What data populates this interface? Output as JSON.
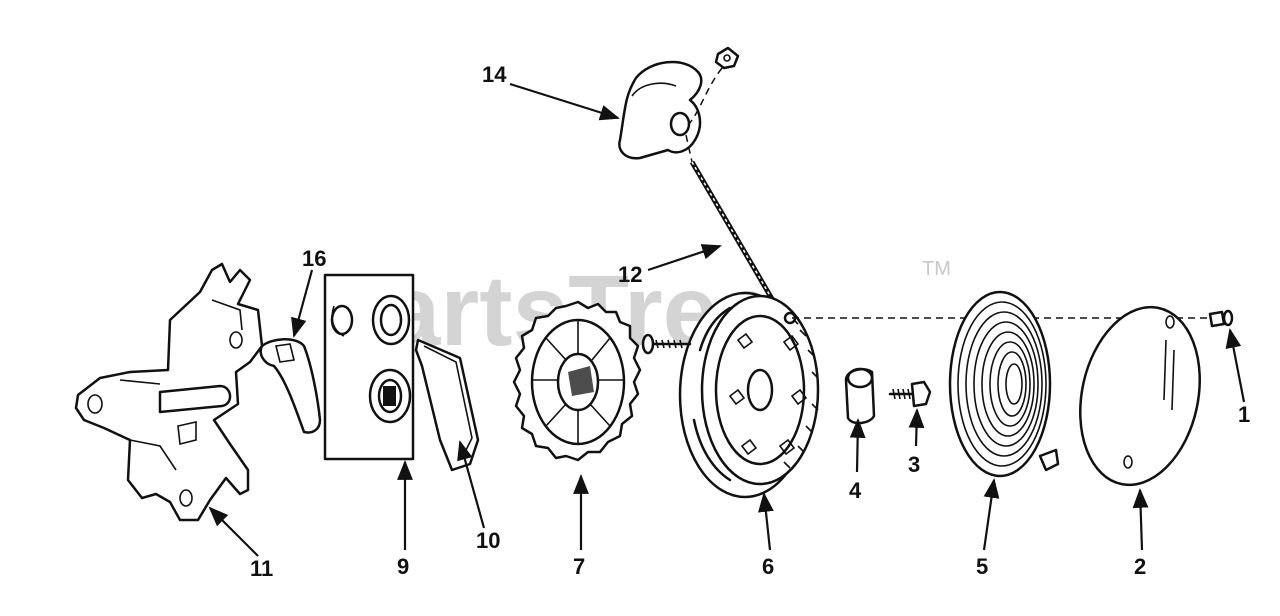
{
  "watermark": {
    "text": "PartsTree",
    "trademark": "TM"
  },
  "callouts": {
    "c1": "1",
    "c2": "2",
    "c3": "3",
    "c4": "4",
    "c5": "5",
    "c6": "6",
    "c7": "7",
    "c9": "9",
    "c10": "10",
    "c11": "11",
    "c12": "12",
    "c14": "14",
    "c16": "16"
  }
}
